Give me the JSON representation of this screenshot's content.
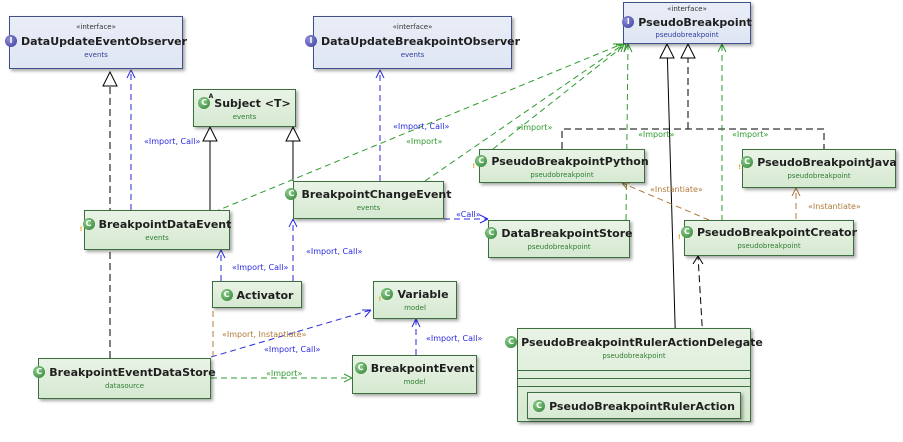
{
  "nodes": {
    "data_update_event_observer": {
      "stereotype": "«interface»",
      "name": "DataUpdateEventObserver",
      "package": "events"
    },
    "data_update_breakpoint_observer": {
      "stereotype": "«interface»",
      "name": "DataUpdateBreakpointObserver",
      "package": "events"
    },
    "pseudo_breakpoint": {
      "stereotype": "«interface»",
      "name": "PseudoBreakpoint",
      "package": "pseudobreakpoint"
    },
    "subject": {
      "name": "Subject <T>",
      "package": "events"
    },
    "breakpoint_change_event": {
      "name": "BreakpointChangeEvent",
      "package": "events"
    },
    "breakpoint_data_event": {
      "name": "BreakpointDataEvent",
      "package": "events"
    },
    "pseudo_breakpoint_python": {
      "name": "PseudoBreakpointPython",
      "package": "pseudobreakpoint"
    },
    "pseudo_breakpoint_java": {
      "name": "PseudoBreakpointJava",
      "package": "pseudobreakpoint"
    },
    "data_breakpoint_store": {
      "name": "DataBreakpointStore",
      "package": "pseudobreakpoint"
    },
    "pseudo_breakpoint_creator": {
      "name": "PseudoBreakpointCreator",
      "package": "pseudobreakpoint"
    },
    "activator": {
      "name": "Activator"
    },
    "variable": {
      "name": "Variable",
      "package": "model"
    },
    "breakpoint_event_data_store": {
      "name": "BreakpointEventDataStore",
      "package": "datasource"
    },
    "breakpoint_event": {
      "name": "BreakpointEvent",
      "package": "model"
    },
    "ruler_action_delegate": {
      "name": "PseudoBreakpointRulerActionDelegate",
      "package": "pseudobreakpoint"
    },
    "ruler_action": {
      "name": "PseudoBreakpointRulerAction"
    }
  },
  "icons": {
    "class": "class-icon",
    "interface": "interface-icon",
    "abstract": "abstract-class-icon",
    "warning": "warning-overlay-icon"
  },
  "edge_labels": {
    "import_call_1": "«Import, Call»",
    "import_call_2": "«Import, Call»",
    "import_call_3": "«Import, Call»",
    "import_call_4": "«Import, Call»",
    "import_call_5": "«Import, Call»",
    "import_call_6": "«Import, Call»",
    "import_1": "«Import»",
    "import_2": "«Import»",
    "import_3": "«Import»",
    "import_4": "«Import»",
    "import_5": "«Import»",
    "call_1": "«Call»",
    "instantiate_1": "«Instantiate»",
    "instantiate_2": "«Instantiate»",
    "import_instantiate": "«Import, Instantiate»"
  },
  "colors": {
    "class_border": "#3d6e3d",
    "interface_border": "#42508a",
    "inheritance": "#000000",
    "call_dependency": "#2a2adf",
    "import_dependency": "#2e9a2e",
    "instantiate_dependency": "#b07a3a"
  }
}
